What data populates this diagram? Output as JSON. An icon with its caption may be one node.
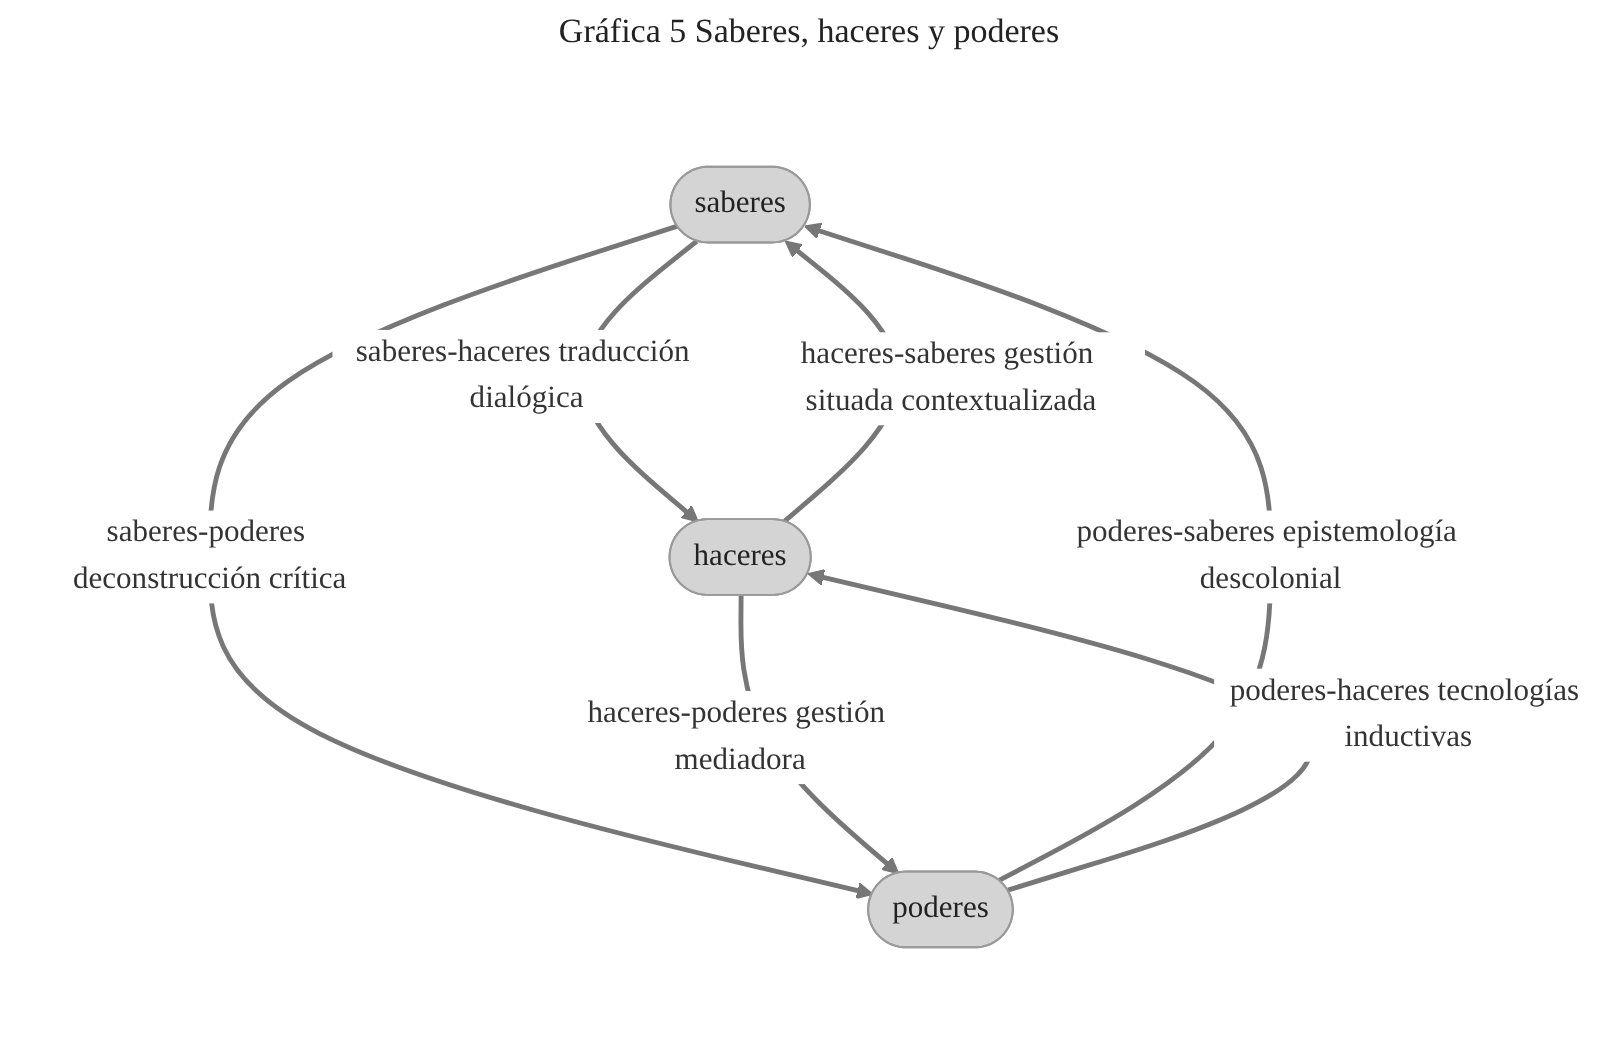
{
  "diagram": {
    "title": "Gráfica 5 Saberes, haceres y poderes",
    "nodes": [
      {
        "text": [
          "saberes"
        ]
      },
      {
        "text": [
          "haceres"
        ]
      },
      {
        "text": [
          "poderes"
        ]
      }
    ],
    "edges": [
      {
        "from": 0,
        "to": 1,
        "arrow": "to",
        "label": "saberes-haceres traducción dialógica"
      },
      {
        "from": 1,
        "to": 0,
        "arrow": "to",
        "label": "haceres-saberes gestión situada contextualizada"
      },
      {
        "from": 2,
        "to": 0,
        "arrow": "to",
        "label": "poderes-saberes epistemología descolonial"
      },
      {
        "from": 0,
        "to": 2,
        "arrow": "to",
        "label": "saberes-poderes deconstrucción crítica"
      },
      {
        "from": 2,
        "to": 1,
        "arrow": "to",
        "label": "poderes-haceres tecnologías inductivas"
      },
      {
        "from": 1,
        "to": 2,
        "arrow": "to",
        "label": "haceres-poderes gestión mediadora"
      }
    ]
  }
}
